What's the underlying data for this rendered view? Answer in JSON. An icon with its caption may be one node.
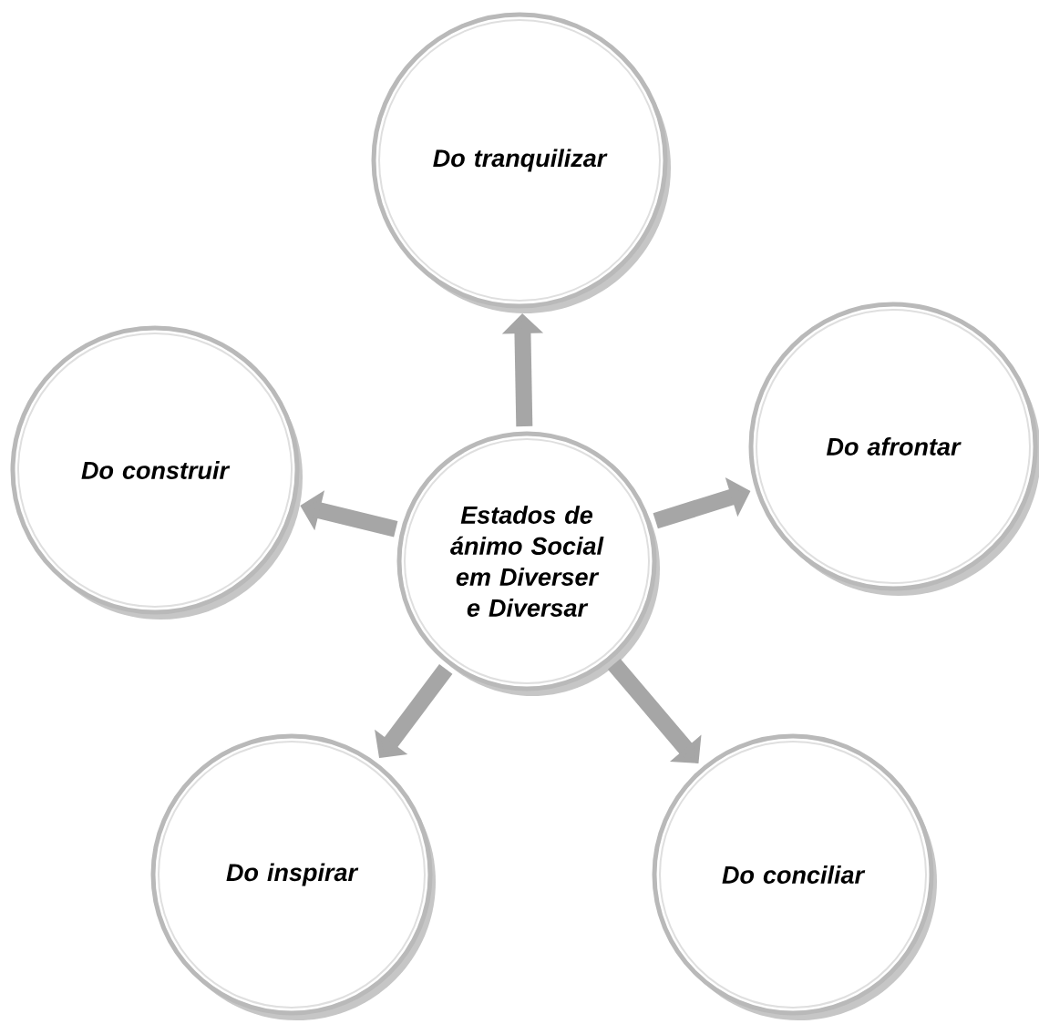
{
  "diagram": {
    "nodes": [
      {
        "text": [
          "Estados de ánimo Social em Diverser e Diversar"
        ]
      },
      {
        "text": [
          "Do tranquilizar"
        ]
      },
      {
        "text": [
          "Do afrontar"
        ]
      },
      {
        "text": [
          "Do conciliar"
        ]
      },
      {
        "text": [
          "Do inspirar"
        ]
      },
      {
        "text": [
          "Do construir"
        ]
      }
    ],
    "edges": [
      {
        "from": 0,
        "to": 1,
        "arrow": "to"
      },
      {
        "from": 0,
        "to": 2,
        "arrow": "to"
      },
      {
        "from": 0,
        "to": 3,
        "arrow": "to"
      },
      {
        "from": 0,
        "to": 4,
        "arrow": "to"
      },
      {
        "from": 0,
        "to": 5,
        "arrow": "to"
      }
    ]
  }
}
